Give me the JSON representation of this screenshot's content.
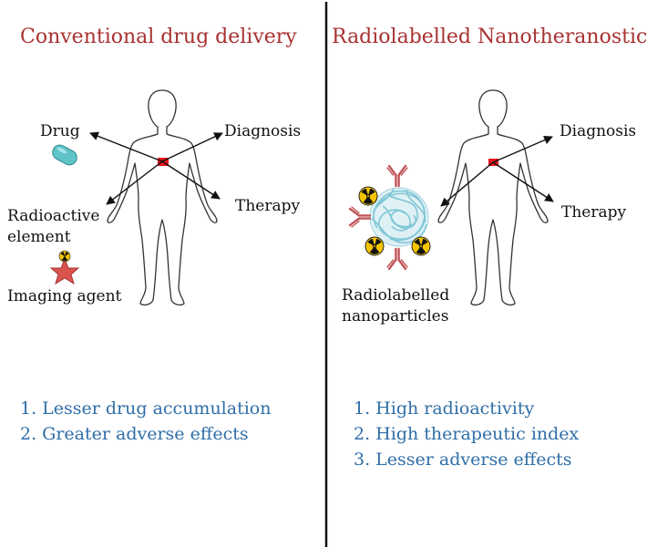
{
  "left_panel": {
    "title": "Conventional drug delivery",
    "labels": {
      "drug": "Drug",
      "diagnosis": "Diagnosis",
      "therapy": "Therapy",
      "radioactive_line1": "Radioactive",
      "radioactive_line2": "element",
      "imaging_agent": "Imaging agent"
    },
    "points": [
      "1. Lesser drug accumulation",
      "2. Greater adverse effects"
    ]
  },
  "right_panel": {
    "title": "Radiolabelled Nanotheranostics",
    "labels": {
      "diagnosis": "Diagnosis",
      "therapy": "Therapy",
      "nanoparticles_line1": "Radiolabelled",
      "nanoparticles_line2": "nanoparticles"
    },
    "points": [
      "1. High radioactivity",
      "2. High therapeutic index",
      "3. Lesser adverse effects"
    ]
  },
  "colors": {
    "title": "#a83232",
    "points": "#2f6ea8",
    "target": "#e8141c",
    "capsule": "#5fc4c8",
    "star": "#d9534f",
    "radiation_bg": "#f5c400",
    "antibody": "#c0555a",
    "nanoparticle": "#7fc6d6"
  },
  "icons": [
    "human-body-icon",
    "capsule-icon",
    "radiation-icon",
    "star-icon",
    "antibody-icon",
    "nanoparticle-icon"
  ]
}
